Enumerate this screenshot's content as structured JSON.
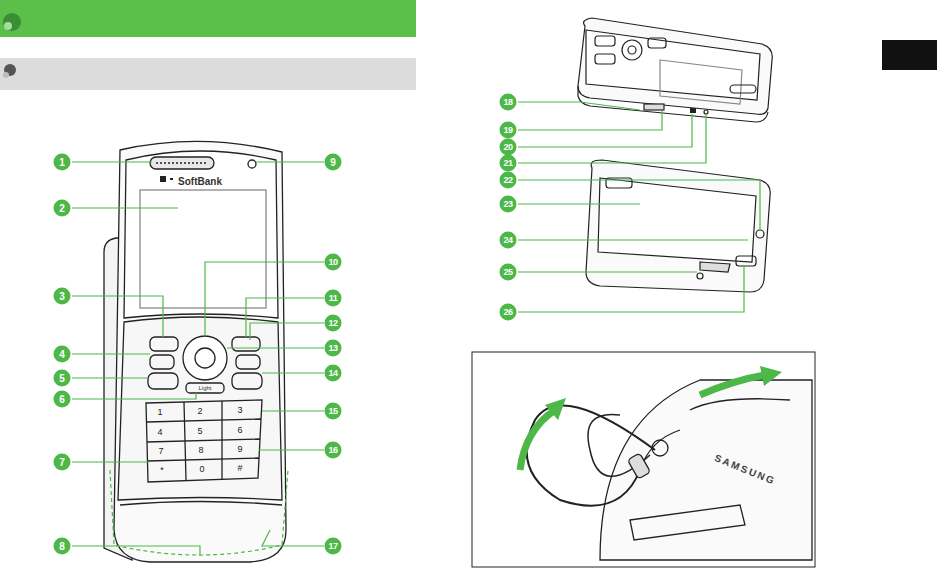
{
  "diagram": {
    "labels": [
      "1",
      "2",
      "3",
      "4",
      "5",
      "6",
      "7",
      "8",
      "9",
      "10",
      "11",
      "12",
      "13",
      "14",
      "15",
      "16",
      "17",
      "18",
      "19",
      "20",
      "21",
      "22",
      "23",
      "24",
      "25",
      "26",
      "SoftBank",
      "1",
      "2",
      "3",
      "4",
      "5",
      "6",
      "7",
      "8",
      "9",
      "*",
      "0",
      "#",
      "Light",
      "SAMSUNG"
    ]
  }
}
